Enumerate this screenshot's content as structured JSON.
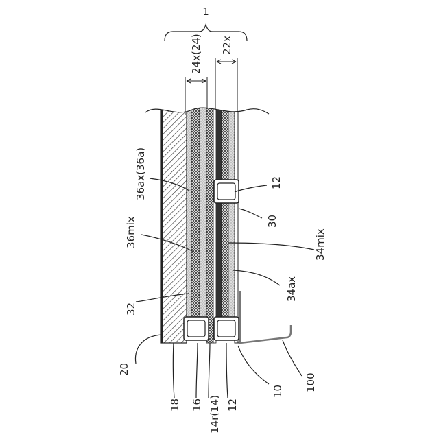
{
  "labels": {
    "assembly": "1",
    "dim_left": "24x(24)",
    "dim_right": "22x",
    "l_36ax": "36ax(36a)",
    "l_36mix": "36mix",
    "l_32": "32",
    "l_20": "20",
    "l_18": "18",
    "l_16": "16",
    "l_14": "14r(14)",
    "l_12_bottom": "12",
    "l_10": "10",
    "l_100": "100",
    "l_12_right": "12",
    "l_30": "30",
    "l_34mix": "34mix",
    "l_34ax": "34ax"
  }
}
